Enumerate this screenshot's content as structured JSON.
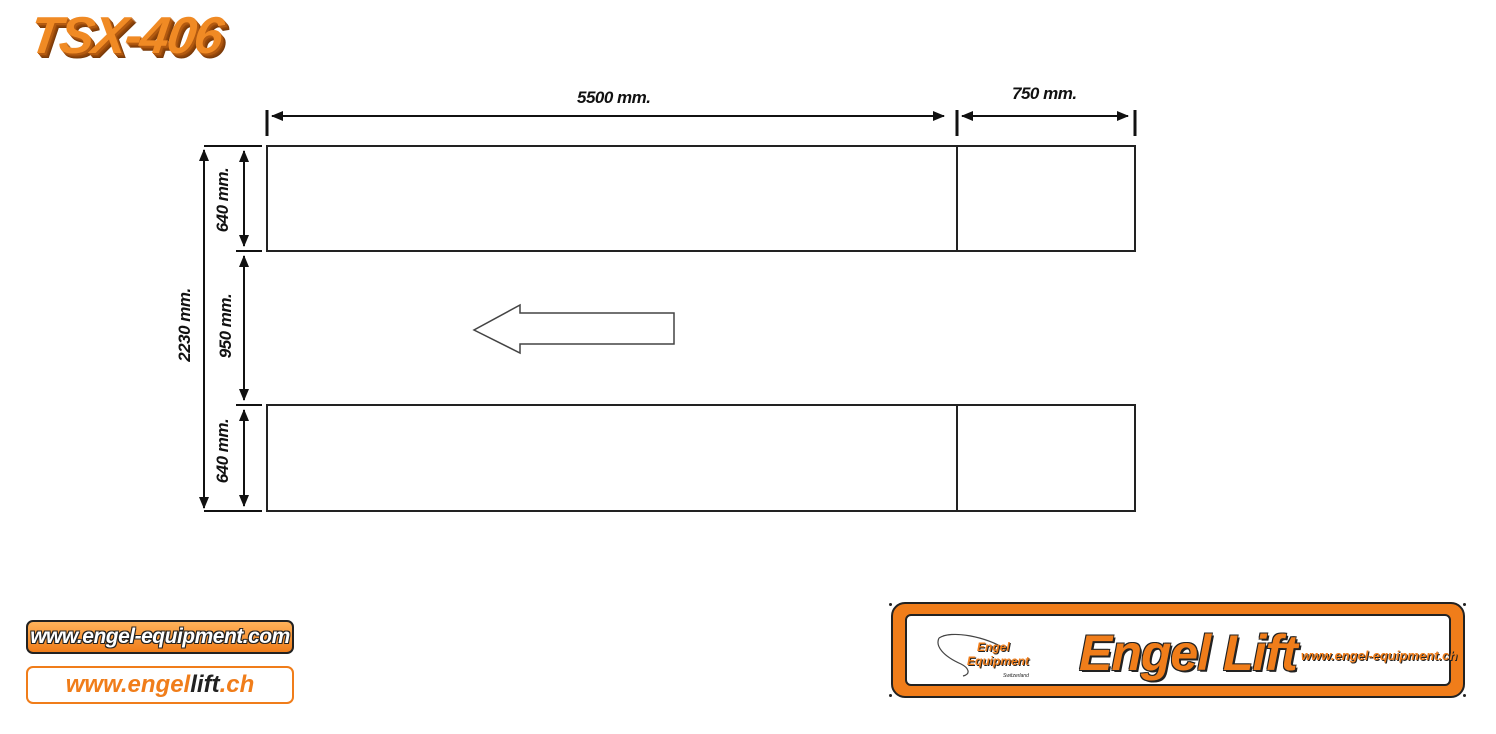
{
  "title": "TSX-406",
  "dimensions": {
    "length": "5500 mm.",
    "extension": "750 mm.",
    "total_width": "2230 mm.",
    "top_ramp_width": "640 mm.",
    "gap": "950 mm.",
    "bottom_ramp_width": "640 mm."
  },
  "footer": {
    "website_1": "www.engel-equipment.com",
    "website_2": {
      "part1": "www.e",
      "part2": "ngel",
      "part3": "lift",
      "part4": ".ch"
    }
  },
  "banner": {
    "logo_line1": "Engel",
    "logo_line2": "Equipment",
    "logo_small": "Switzerland",
    "brand": "Engel Lift",
    "url": "www.engel-equipment.ch"
  },
  "colors": {
    "brand_orange": "#f07d1a",
    "line": "#222222"
  },
  "icons": {
    "direction": "arrow-left-icon"
  }
}
